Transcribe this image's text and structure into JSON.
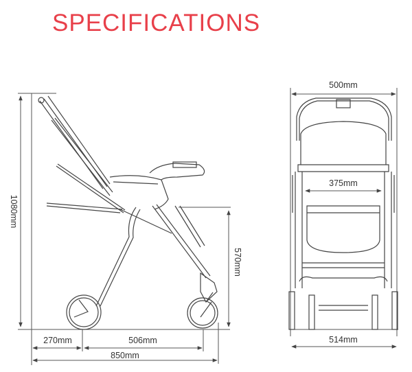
{
  "title": "SPECIFICATIONS",
  "colors": {
    "title": "#e8404a",
    "lines": "#444444"
  },
  "side_view": {
    "height_total": "1080mm",
    "seat_height": "570mm",
    "rear_overhang": "270mm",
    "wheelbase": "506mm",
    "length_total": "850mm"
  },
  "front_view": {
    "handle_width": "500mm",
    "seat_width": "375mm",
    "wheel_track": "514mm"
  }
}
